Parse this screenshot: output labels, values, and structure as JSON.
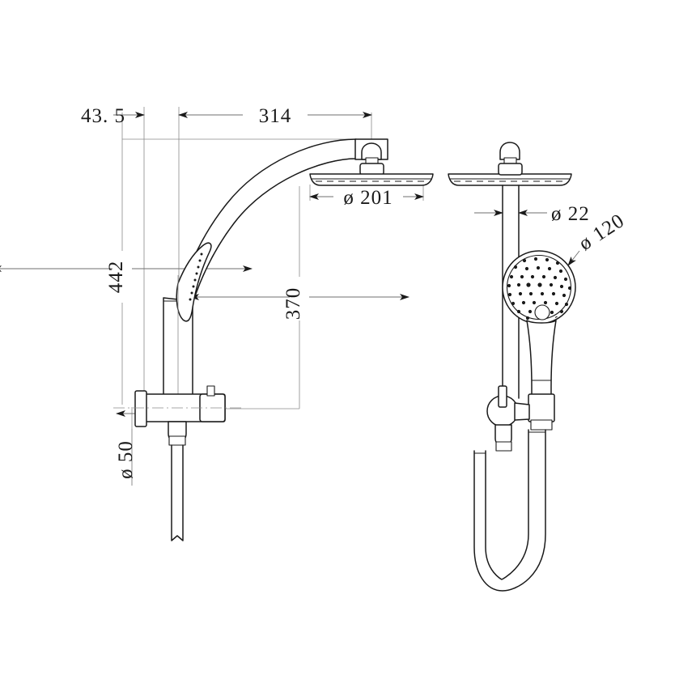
{
  "drawing": {
    "type": "engineering-dimension-drawing",
    "subject": "shower-system",
    "background_color": "#ffffff",
    "line_color": "#1a1a1a",
    "dimension_line_color": "#6f6f6f",
    "views": [
      {
        "name": "side-view",
        "position": "left"
      },
      {
        "name": "front-view",
        "position": "right"
      }
    ]
  },
  "dimensions": {
    "offset_43_5": {
      "label": "43. 5",
      "value": "43.5",
      "orientation": "horizontal",
      "view": "side-view"
    },
    "arm_reach_314": {
      "label": "314",
      "value": "314",
      "orientation": "horizontal",
      "view": "side-view"
    },
    "height_442": {
      "label": "442",
      "value": "442",
      "orientation": "vertical-rotated",
      "view": "side-view"
    },
    "height_370": {
      "label": "370",
      "value": "370",
      "orientation": "vertical-rotated",
      "view": "side-view"
    },
    "head_dia_201": {
      "label": "ø 201",
      "value": "201",
      "symbol": "ø",
      "orientation": "horizontal",
      "view": "side-view"
    },
    "wall_plate_dia_50": {
      "label": "ø 50",
      "value": "50",
      "symbol": "ø",
      "orientation": "vertical-rotated",
      "view": "side-view"
    },
    "rail_dia_22": {
      "label": "ø 22",
      "value": "22",
      "symbol": "ø",
      "orientation": "horizontal",
      "view": "front-view"
    },
    "handset_dia_120": {
      "label": "ø 120",
      "value": "120",
      "symbol": "ø",
      "orientation": "angled-leader",
      "view": "front-view"
    }
  },
  "components": {
    "side_view": {
      "gooseneck_arm": "curved-shower-arm",
      "rain_head": "overhead-rain-shower-head",
      "ball_joint": "swivel-ball-joint",
      "handset": "handheld-shower-side-profile",
      "diverter_body": "wall-mounted-diverter-body",
      "wall_flange": "round-wall-flange",
      "hose": "flexible-shower-hose"
    },
    "front_view": {
      "rain_head": "overhead-rain-shower-head",
      "ball_joint": "swivel-ball-joint",
      "riser_rail": "vertical-riser-rail",
      "handset_face": "handheld-shower-face-with-spray-holes",
      "handset_handle": "handheld-shower-handle",
      "bracket": "adjustable-slide-bracket",
      "hose_loop": "flexible-hose-u-loop"
    }
  }
}
